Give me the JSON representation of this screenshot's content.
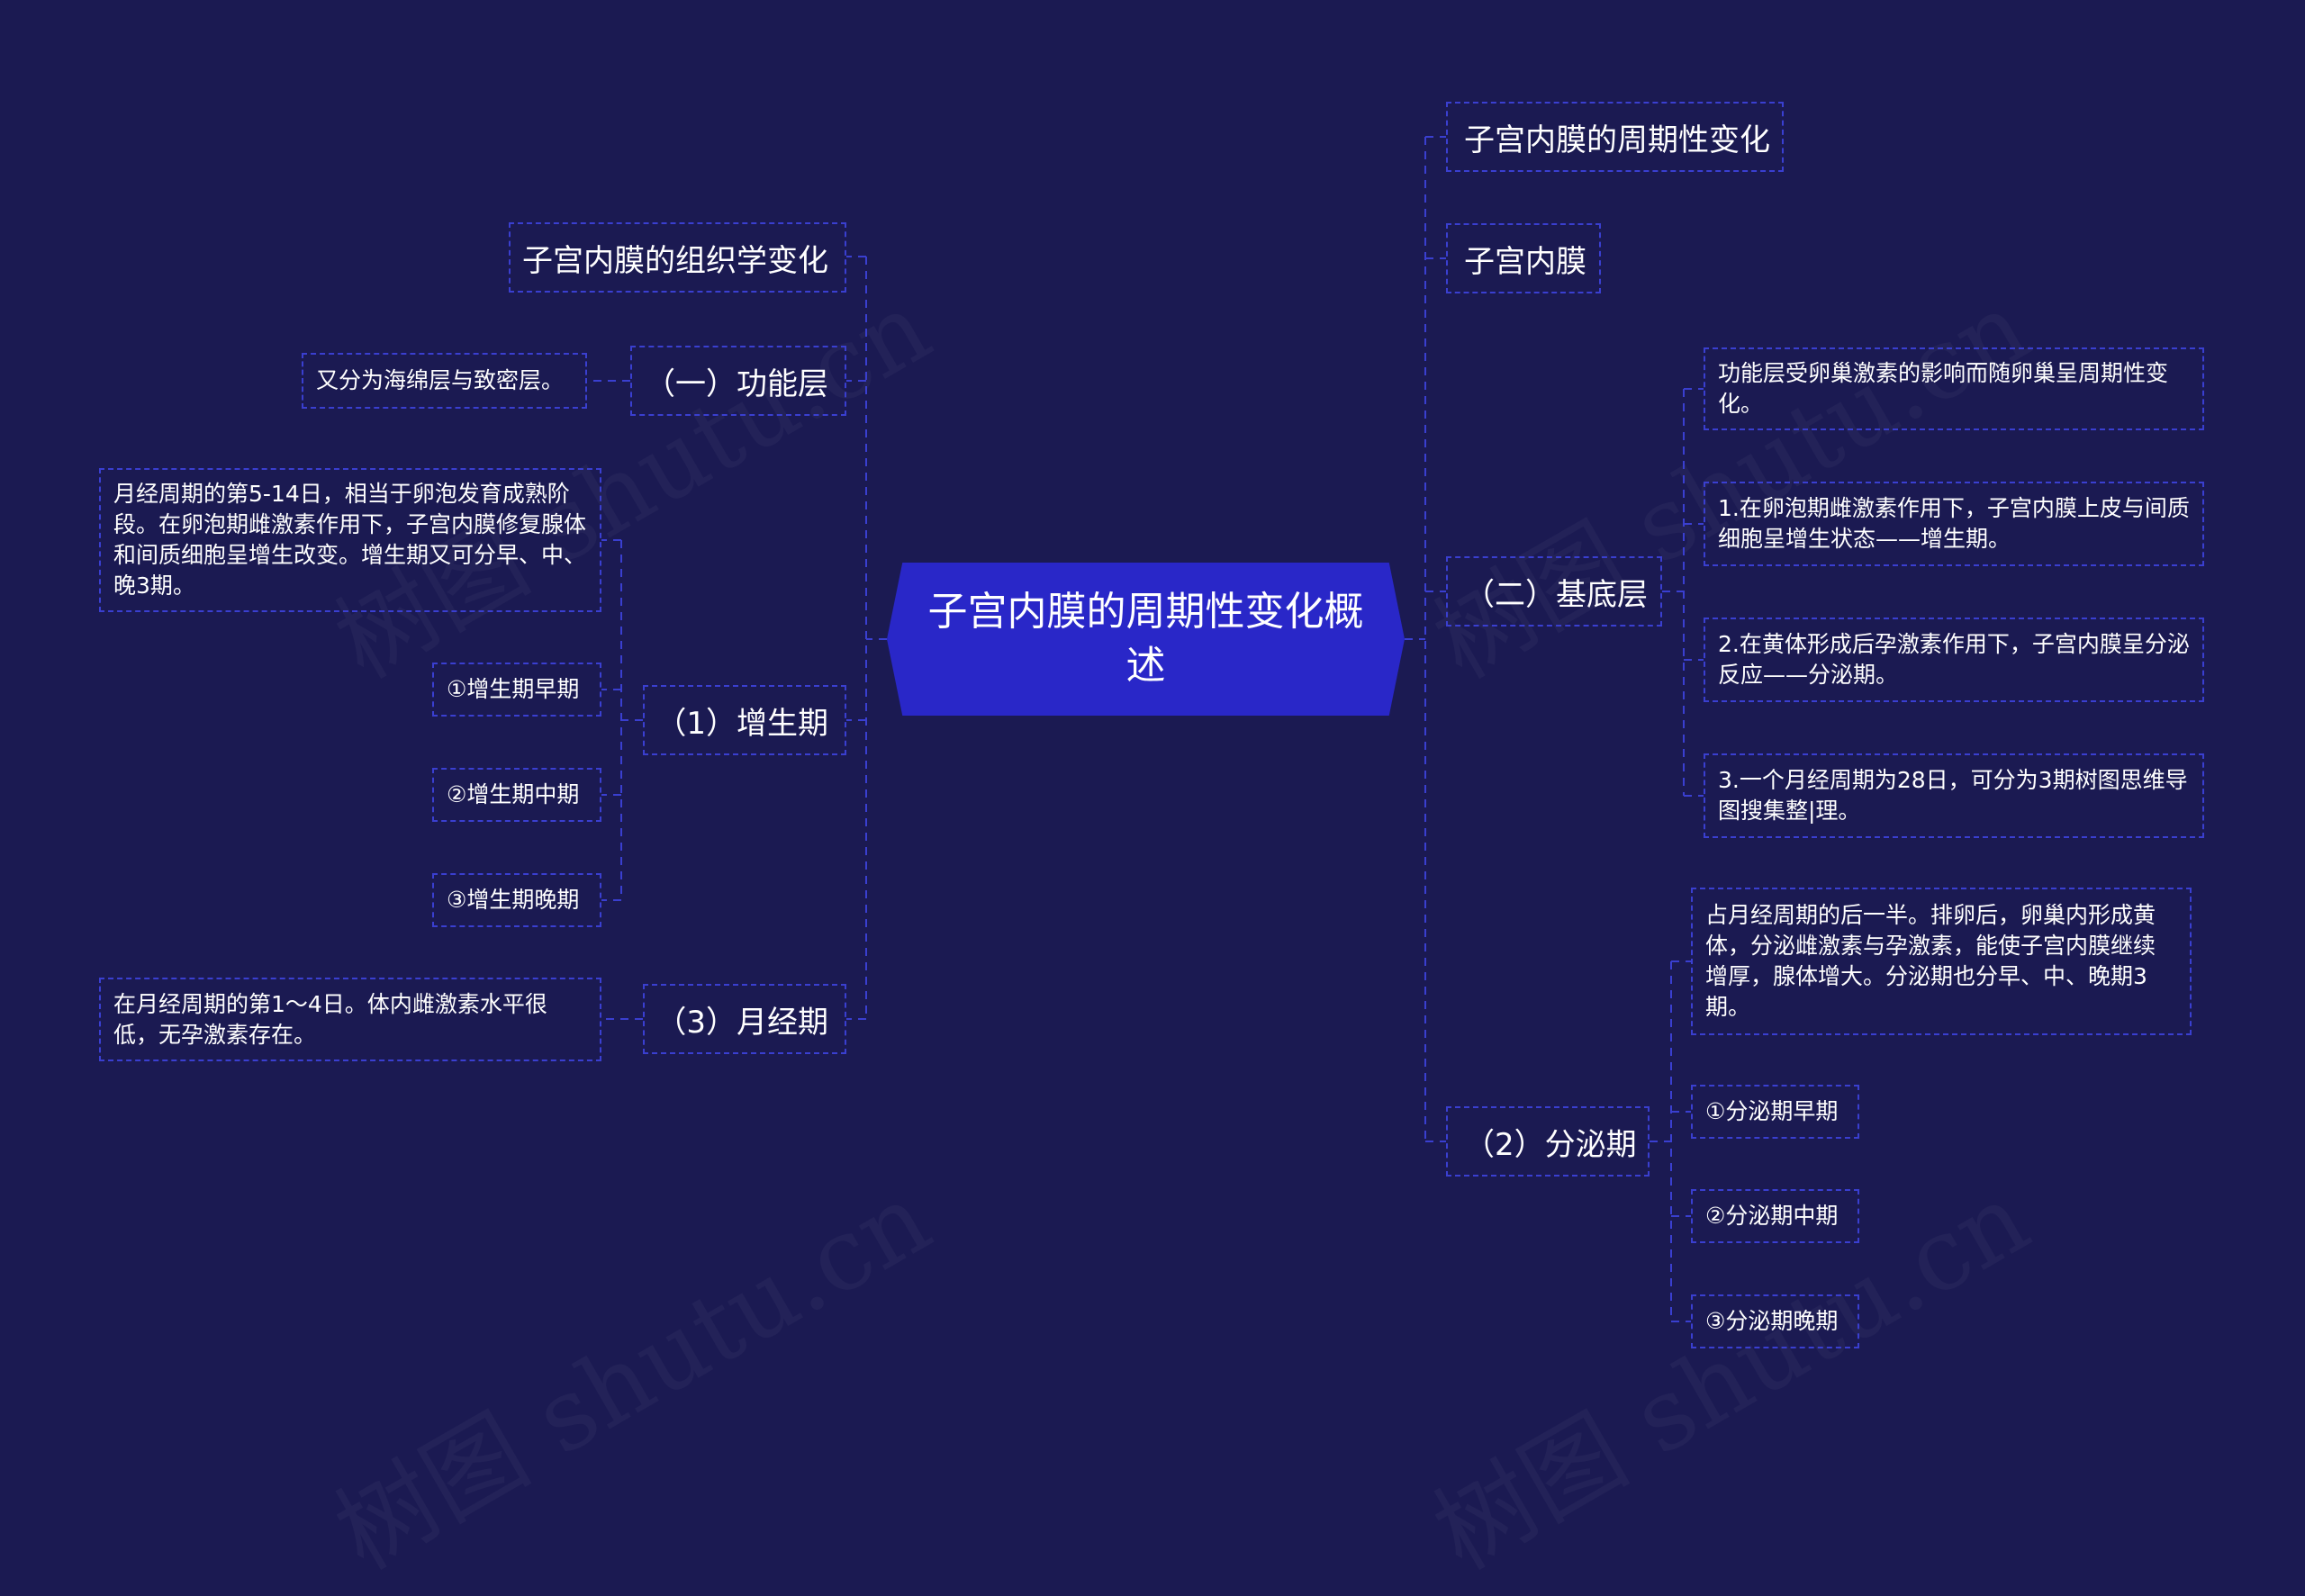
{
  "root": {
    "title": "子宫内膜的周期性变化概述"
  },
  "left": {
    "histology": {
      "label": "子宫内膜的组织学变化"
    },
    "functional_layer": {
      "label": "（一）功能层",
      "note": "又分为海绵层与致密层。"
    },
    "proliferative": {
      "label": "（1）增生期",
      "description": "月经周期的第5-14日，相当于卵泡发育成熟阶段。在卵泡期雌激素作用下，子宫内膜修复腺体和间质细胞呈增生改变。增生期又可分早、中、晚3期。",
      "stages": [
        "①增生期早期",
        "②增生期中期",
        "③增生期晚期"
      ]
    },
    "menstrual": {
      "label": "（3）月经期",
      "description": "在月经周期的第1～4日。体内雌激素水平很低，无孕激素存在。"
    }
  },
  "right": {
    "cyclic_change": {
      "label": "子宫内膜的周期性变化"
    },
    "endometrium": {
      "label": "子宫内膜"
    },
    "basal_layer": {
      "label": "（二）基底层",
      "items": [
        "功能层受卵巢激素的影响而随卵巢呈周期性变化。",
        "1.在卵泡期雌激素作用下，子宫内膜上皮与间质细胞呈增生状态——增生期。",
        "2.在黄体形成后孕激素作用下，子宫内膜呈分泌反应——分泌期。",
        "3.一个月经周期为28日，可分为3期树图思维导图搜集整|理。"
      ]
    },
    "secretory": {
      "label": "（2）分泌期",
      "description": "占月经周期的后一半。排卵后，卵巢内形成黄体，分泌雌激素与孕激素，能使子宫内膜继续增厚，腺体增大。分泌期也分早、中、晚期3期。",
      "stages": [
        "①分泌期早期",
        "②分泌期中期",
        "③分泌期晚期"
      ]
    }
  },
  "watermark": "树图 shutu.cn",
  "colors": {
    "background": "#1b1a52",
    "root_fill": "#2927c8",
    "border": "#3a3fd0"
  }
}
